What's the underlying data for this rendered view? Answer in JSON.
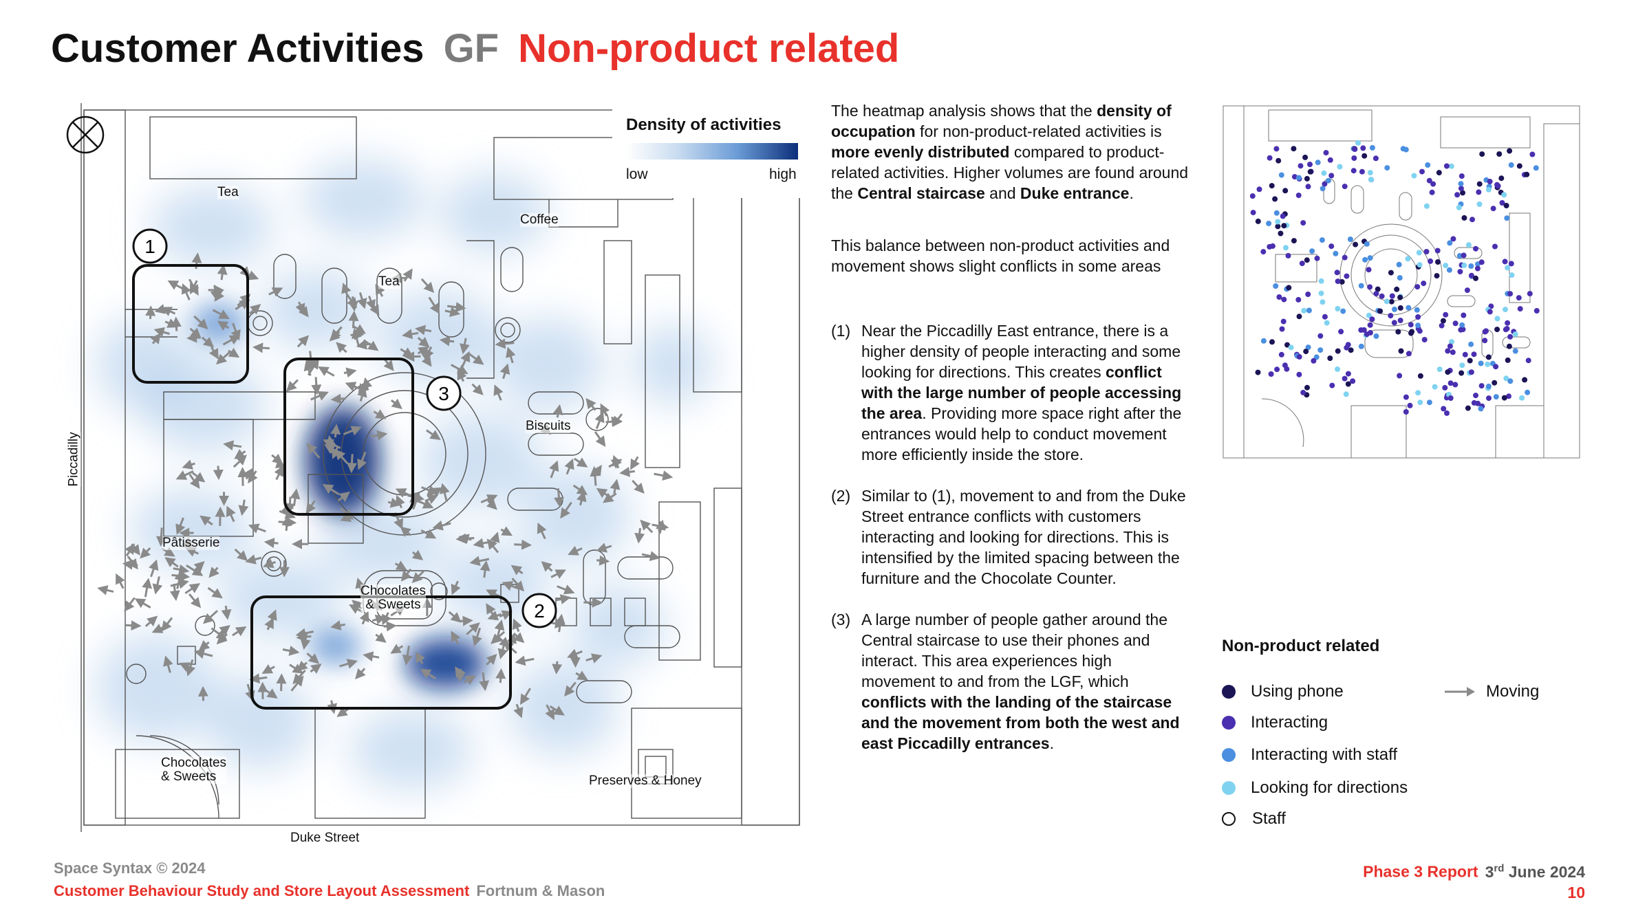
{
  "title": {
    "main": "Customer Activities",
    "floor": "GF",
    "subtitle": "Non-product related"
  },
  "colors": {
    "accent_red": "#e8312b",
    "grey": "#7b7b7b",
    "using_phone": "#1b1455",
    "interacting": "#4a2fb0",
    "interacting_with_staff": "#4a8fe0",
    "looking_for_directions": "#7fd3f0",
    "staff": "#ffffff",
    "heat_high": "#0b2f7a"
  },
  "heatmap": {
    "legend_title": "Density of activities",
    "low_label": "low",
    "high_label": "high",
    "room_labels": {
      "tea_1": "Tea",
      "coffee": "Coffee",
      "tea_2": "Tea",
      "biscuits": "Biscuits",
      "patisserie": "Pâtisserie",
      "chocolates_centre_1": "Chocolates",
      "chocolates_centre_2": "& Sweets",
      "chocolates_corner_1": "Chocolates",
      "chocolates_corner_2": "& Sweets",
      "preserves": "Preserves & Honey",
      "piccadilly": "Piccadilly",
      "duke_street": "Duke Street"
    },
    "zone_numbers": [
      "1",
      "2",
      "3"
    ]
  },
  "body": {
    "intro": {
      "p1": "The heatmap analysis shows that the ",
      "b1": "density of occupation",
      "p2": " for non-product-related activities is ",
      "b2": "more evenly distributed",
      "p3": " compared to product-related activities. Higher volumes are found around the ",
      "b3": "Central staircase",
      "p4": " and ",
      "b4": "Duke entrance",
      "p5": "."
    },
    "balance": "This balance between non-product activities and movement shows slight conflicts in some areas",
    "items": [
      {
        "num": "(1)",
        "t1": "Near the Piccadilly East entrance, there is a higher density of people interacting and some looking for directions. This creates ",
        "b1": "conflict with the large number of people accessing the area",
        "t2": ". Providing more space right after the entrances would help to conduct movement more efficiently inside the store."
      },
      {
        "num": "(2)",
        "t1": "Similar to (1), movement to and from the Duke Street entrance conflicts with customers interacting and looking for directions. This is intensified by the limited spacing between the furniture and the Chocolate Counter."
      },
      {
        "num": "(3)",
        "t1": "A large number of people gather around the Central staircase to use their phones and interact. This area experiences high movement to and from the LGF, which ",
        "b1": "conflicts with the landing of the staircase and the movement from both the west and east Piccadilly entrances",
        "t2": "."
      }
    ]
  },
  "legend": {
    "title": "Non-product related",
    "items": [
      {
        "label": "Using phone",
        "icon": "dark-navy-dot"
      },
      {
        "label": "Interacting",
        "icon": "purple-dot"
      },
      {
        "label": "Interacting with staff",
        "icon": "blue-dot"
      },
      {
        "label": "Looking for directions",
        "icon": "light-blue-dot"
      },
      {
        "label": "Staff",
        "icon": "white-dot"
      }
    ],
    "moving_label": "Moving"
  },
  "footer": {
    "copyright": "Space Syntax © 2024",
    "study": "Customer Behaviour Study and Store Layout Assessment",
    "client": "Fortnum & Mason",
    "report": "Phase 3 Report",
    "date_day": "3",
    "date_suffix": "rd",
    "date_rest": "June 2024",
    "page": "10"
  }
}
